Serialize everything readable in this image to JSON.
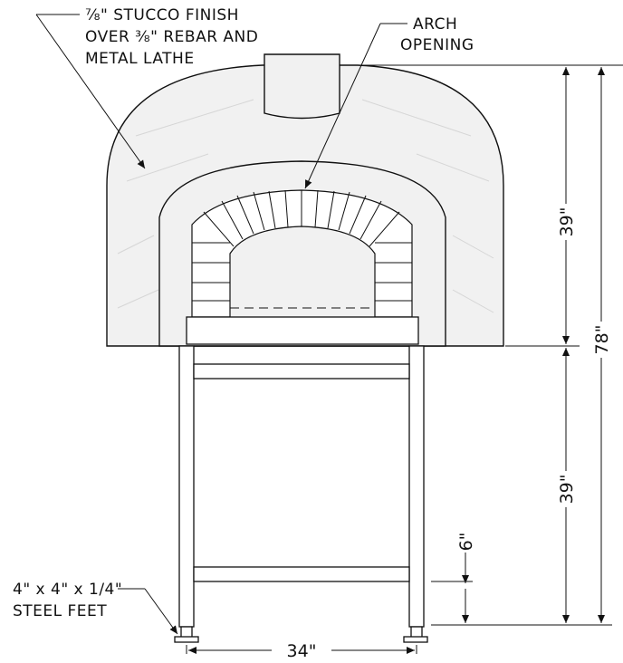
{
  "labels": {
    "stucco_line1": "⅞\" STUCCO FINISH",
    "stucco_line2": "OVER ⅜\" REBAR AND",
    "stucco_line3": "METAL LATHE",
    "arch_line1": "ARCH",
    "arch_line2": "OPENING",
    "feet_line1": "4\" x 4\" x 1/4\"",
    "feet_line2": "STEEL FEET"
  },
  "dimensions": {
    "dome_height": "39\"",
    "stand_height": "39\"",
    "total_height": "78\"",
    "base_gap": "6\"",
    "width": "34\""
  }
}
